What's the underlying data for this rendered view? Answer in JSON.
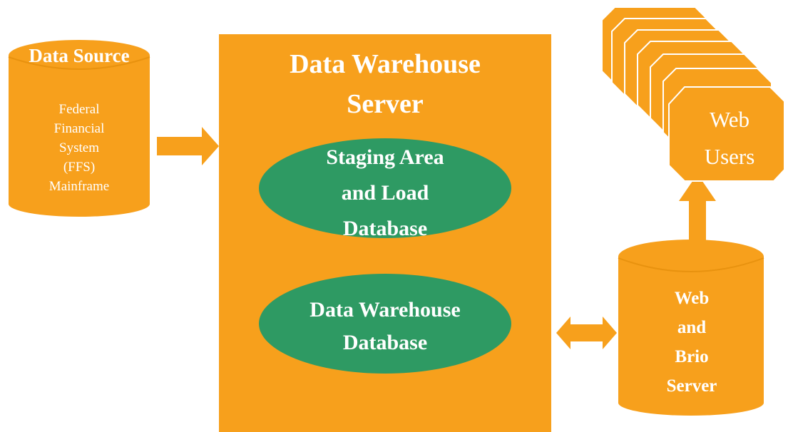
{
  "colors": {
    "orange": "#F7A01C",
    "orange_dark": "#E38E0E",
    "green": "#2E9A63",
    "text": "#FFFFFF",
    "background": "#FFFFFF"
  },
  "data_source": {
    "title": "Data Source",
    "lines": [
      "Federal",
      "Financial",
      "System",
      "(FFS)",
      "Mainframe"
    ]
  },
  "warehouse_server": {
    "title_lines": [
      "Data Warehouse",
      "Server"
    ]
  },
  "staging_db": {
    "lines": [
      "Staging Area",
      "and Load",
      "Database"
    ]
  },
  "warehouse_db": {
    "lines": [
      "Data Warehouse",
      "Database"
    ]
  },
  "web_users": {
    "lines": [
      "Web",
      "Users"
    ]
  },
  "web_server": {
    "lines": [
      "Web",
      "and",
      "Brio",
      "Server"
    ]
  }
}
